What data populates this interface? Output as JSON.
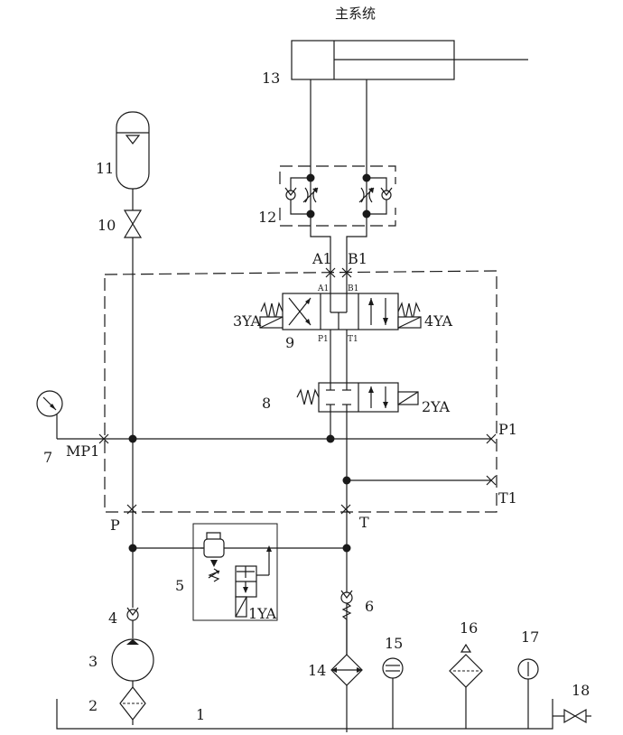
{
  "title": "主系统",
  "components": {
    "c1": "1",
    "c2": "2",
    "c3": "3",
    "c4": "4",
    "c5": "5",
    "c6": "6",
    "c7": "7",
    "c8": "8",
    "c9": "9",
    "c10": "10",
    "c11": "11",
    "c12": "12",
    "c13": "13",
    "c14": "14",
    "c15": "15",
    "c16": "16",
    "c17": "17",
    "c18": "18"
  },
  "ports": {
    "A1": "A1",
    "B1": "B1",
    "P1": "P1",
    "T1": "T1",
    "MP1": "MP1",
    "P": "P",
    "T": "T",
    "a1_small": "A1",
    "b1_small": "B1",
    "p1_small": "P1",
    "t1_small": "T1"
  },
  "solenoids": {
    "s1YA": "1YA",
    "s2YA": "2YA",
    "s3YA": "3YA",
    "s4YA": "4YA"
  }
}
